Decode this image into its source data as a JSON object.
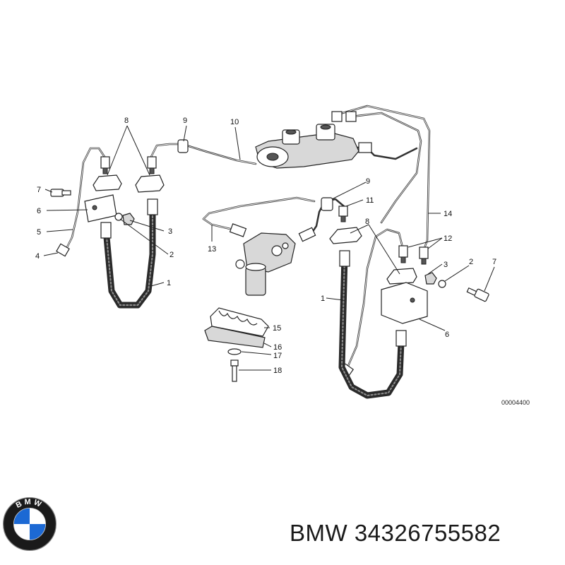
{
  "diagram": {
    "reference_code": "00004400",
    "callouts": [
      "1",
      "2",
      "3",
      "4",
      "5",
      "6",
      "7",
      "8",
      "9",
      "10",
      "11",
      "12",
      "13",
      "14",
      "15",
      "16",
      "17",
      "18"
    ]
  },
  "brand": {
    "name": "BMW",
    "part_number": "34326755582",
    "logo_letters": "BMW",
    "colors": {
      "blue": "#1c69d4",
      "ring": "#1a1a1a",
      "white": "#ffffff"
    }
  }
}
